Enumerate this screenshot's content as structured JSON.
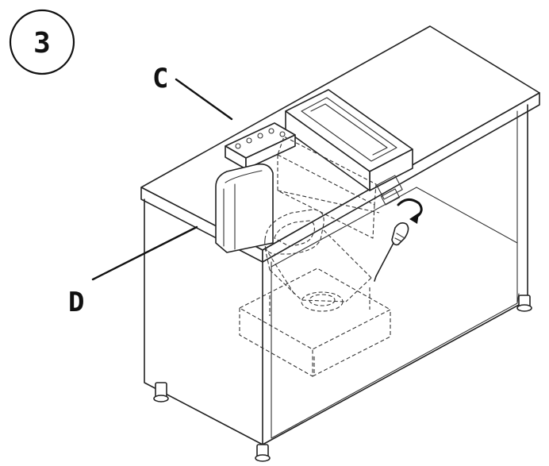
{
  "diagram": {
    "step_number": "3",
    "labels": {
      "c": "C",
      "d": "D"
    },
    "icons": {
      "rotation": "clockwise-rotation-arrow-icon",
      "tool": "screwdriver-icon"
    },
    "colors": {
      "line": "#222222",
      "background": "#ffffff"
    }
  }
}
